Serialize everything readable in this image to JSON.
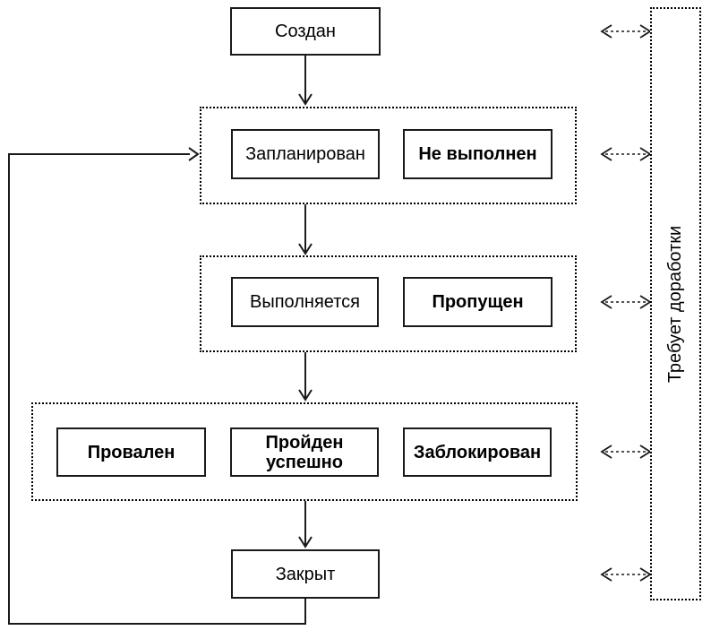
{
  "diagram": {
    "type": "state-flowchart",
    "colors": {
      "background": "#ffffff",
      "line": "#1a1a1a"
    },
    "nodes": {
      "created": "Создан",
      "planned": "Запланирован",
      "not_executed": "Не выполнен",
      "executing": "Выполняется",
      "skipped": "Пропущен",
      "failed": "Провален",
      "passed": "Пройден\nуспешно",
      "blocked": "Заблокирован",
      "closed": "Закрыт",
      "rework": "Требует доработки"
    },
    "groups": [
      {
        "id": "row1",
        "members": [
          "planned",
          "not_executed"
        ]
      },
      {
        "id": "row2",
        "members": [
          "executing",
          "skipped"
        ]
      },
      {
        "id": "row3",
        "members": [
          "failed",
          "passed",
          "blocked"
        ]
      }
    ],
    "edges": [
      {
        "from": "created",
        "to": "row1",
        "style": "solid-arrow"
      },
      {
        "from": "row1",
        "to": "row2",
        "style": "solid-arrow"
      },
      {
        "from": "row2",
        "to": "row3",
        "style": "solid-arrow"
      },
      {
        "from": "row3",
        "to": "closed",
        "style": "solid-arrow"
      },
      {
        "from": "closed",
        "to": "row1",
        "style": "solid-arrow-loop"
      },
      {
        "from": "created",
        "to": "rework",
        "style": "dashed-double-arrow"
      },
      {
        "from": "row1",
        "to": "rework",
        "style": "dashed-double-arrow"
      },
      {
        "from": "row2",
        "to": "rework",
        "style": "dashed-double-arrow"
      },
      {
        "from": "row3",
        "to": "rework",
        "style": "dashed-double-arrow"
      },
      {
        "from": "closed",
        "to": "rework",
        "style": "dashed-double-arrow"
      }
    ]
  }
}
